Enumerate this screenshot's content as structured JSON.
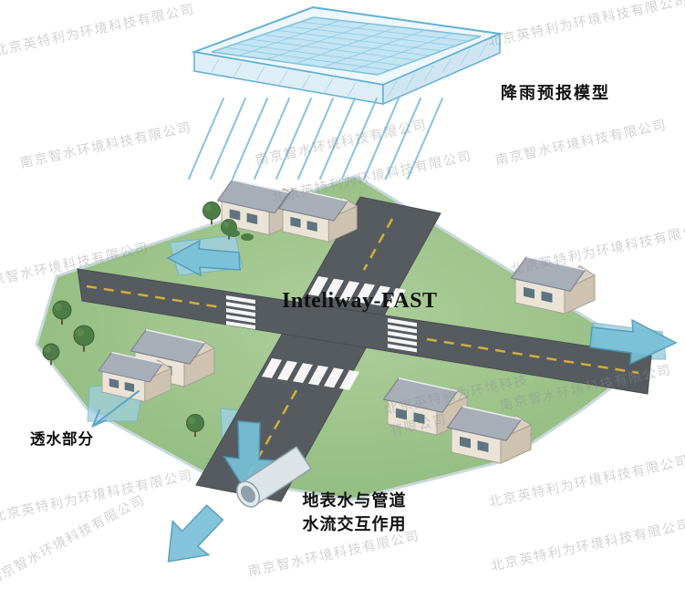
{
  "diagram": {
    "title": "Inteliway-FAST",
    "rain_model_label": "降雨预报模型",
    "permeable_label": "透水部分",
    "interaction_line1": "地表水与管道",
    "interaction_line2": "水流交互作用"
  },
  "watermarks": {
    "beijing": "北京英特利为环境科技有限公司",
    "nanjing": "南京智水环境科技有限公司"
  },
  "colors": {
    "background": "#ffffff",
    "basin_water": "#c3e4f3",
    "basin_stroke": "#5fb0d4",
    "rain": "#74b8da",
    "grass": "#9cc48a",
    "road": "#565b60",
    "lane_marking": "#d4af37",
    "crosswalk": "#ffffff",
    "flow_arrow": "#79c0d8",
    "pipe": "#dde4e7",
    "label_text": "#111111",
    "watermark_gray": "#919191"
  }
}
